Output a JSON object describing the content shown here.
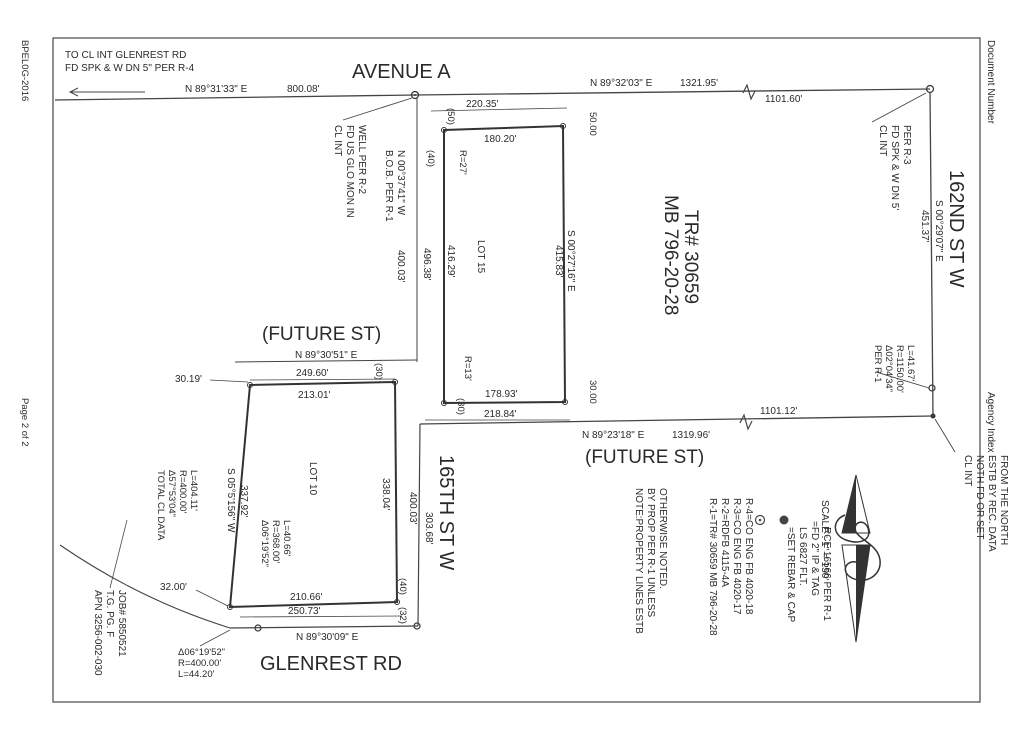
{
  "margin": {
    "left_code": "BPEL0G-2016",
    "page": "Page 2 of 2",
    "document_number": "Document Number",
    "agency_index": "Agency Index"
  },
  "header": {
    "to_line": "TO CL INT GLENREST RD",
    "found_line": "FD SPK & W DN 5\" PER R-4"
  },
  "streets": {
    "avenue_a": "AVENUE A",
    "st_162": "162ND ST W",
    "st_165": "165TH ST W",
    "glenrest": "GLENREST RD",
    "future_st_1": "(FUTURE ST)",
    "future_st_2": "(FUTURE ST)"
  },
  "avenue_a": {
    "bearing_w": "N 89°31'33\" E",
    "dist_w": "800.08'",
    "bearing_e": "N 89°32'03\" E",
    "dist_e": "1321.95'",
    "dist_seg": "1101.60'"
  },
  "lot15": {
    "label": "LOT 15",
    "top_outer": "220.35'",
    "top_inner": "180.20'",
    "left_outer": "496.38'",
    "left_inner": "416.29'",
    "right_inner": "415.83'",
    "right_bearing": "S 00°27'16\" E",
    "bottom_inner": "178.93'",
    "bottom_outer": "218.84'",
    "r_top": "R=27'",
    "r_bottom": "R=13'",
    "p50_left": "(50)",
    "p40_left": "(40)",
    "p30_bottom": "(30)",
    "p50_right": "50.00",
    "p30_right": "30.00"
  },
  "west_line": {
    "bearing": "N 00°37'41\" W",
    "bob": "B.O.B. PER R-1",
    "dist": "400.03'"
  },
  "tract": {
    "tr": "TR# 30659",
    "mb": "MB 796-20-28"
  },
  "future_st_1": {
    "bearing": "N 89°30'51\" E",
    "d_3019": "30.19'",
    "d_2496": "249.60'",
    "p30": "(30)"
  },
  "future_st_2": {
    "bearing": "N 89°23'18\" E",
    "dist": "1319.96'",
    "dist_seg": "1101.12'"
  },
  "lot10": {
    "label": "LOT 10",
    "top": "213.01'",
    "left_dist": "337.92'",
    "left_bearing": "S 05°5'156\" W",
    "right": "338.04'",
    "right_outer": "400.03'",
    "dist_303": "303.68'",
    "bottom": "210.66'",
    "bottom_outer": "250.73'",
    "d_32": "32.00'",
    "p40": "(40)",
    "p32": "(32)",
    "curve": [
      "Δ06°19'52\"",
      "R=368.00'",
      "L=40.66'"
    ]
  },
  "glenrest": {
    "bearing": "N 89°30'09\" E",
    "curve": [
      "Δ06°19'52\"",
      "R=400.00'",
      "L=44.20'"
    ]
  },
  "total_cl": [
    "TOTAL CL DATA",
    "Δ57°53'04\"",
    "R=400.00'",
    "L=404.11'"
  ],
  "apn": [
    "APN 3256-002-030",
    "T.G. PG. F",
    "JOB# 5850521"
  ],
  "cl_int_nw": [
    "CL INT",
    "FD US GLO MON IN",
    "WELL PER R-2"
  ],
  "cl_int_ne": [
    "CL INT",
    "FD SPK & W DN 5'",
    "PER R-3"
  ],
  "st162_line": {
    "bearing": "S 00°29'07\" E",
    "dist": "451.37'"
  },
  "per_r1": [
    "PER R-1",
    "Δ02°04'34\"",
    "R=1150.00'",
    "L=41.67'"
  ],
  "cl_int_se": [
    "CL INT",
    "NOTH FD OR SET",
    "ESTB BY REC. DATA",
    "FROM THE NORTH"
  ],
  "note": [
    "NOTE:PROPERTY LINES ESTB",
    "BY PROP PER R-1 UNLESS",
    "OTHERWISE NOTED."
  ],
  "refs": [
    "R-1=TR# 30659 MB 796-20-28",
    "R-2=RDFB 4115-4A",
    "R-3=CO ENG FB 4020-17",
    "R-4=CO ENG FB 4020-18"
  ],
  "legend": [
    "=SET REBAR & CAP",
    "LS 6827 FLT.",
    "=FD 2\" IP & TAG",
    "RCE 16566 PER R-1"
  ],
  "scale": "SCALE : 1\" = 150'"
}
